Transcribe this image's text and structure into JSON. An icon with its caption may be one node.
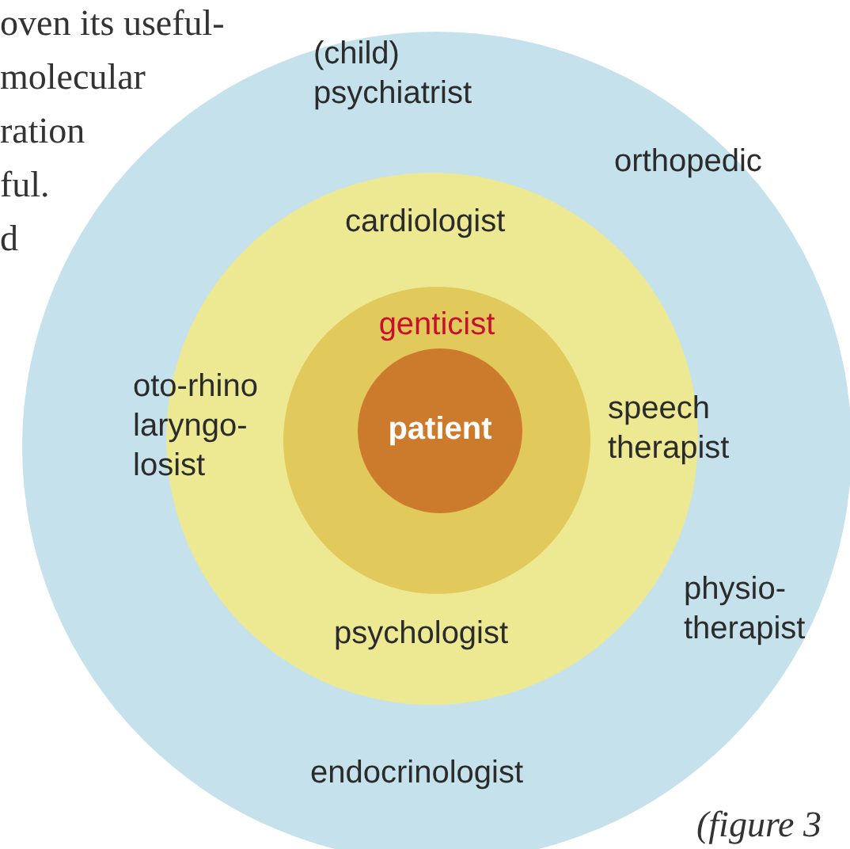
{
  "diagram": {
    "nodes": [
      {
        "text": [
          "(child) psychiatrist",
          "orthopedic",
          "physio- therapist",
          "endocrinologist"
        ]
      },
      {
        "text": [
          "cardiologist",
          "oto-rhino laryngo- losist",
          "speech therapist",
          "psychologist"
        ],
        "in": 0
      },
      {
        "text": [
          "genticist"
        ],
        "in": 1
      },
      {
        "text": [
          "patient"
        ],
        "in": 2
      }
    ],
    "labels": [
      "oven its useful-",
      "molecular",
      "ration",
      "ful.",
      "d",
      "(figure 3"
    ]
  }
}
